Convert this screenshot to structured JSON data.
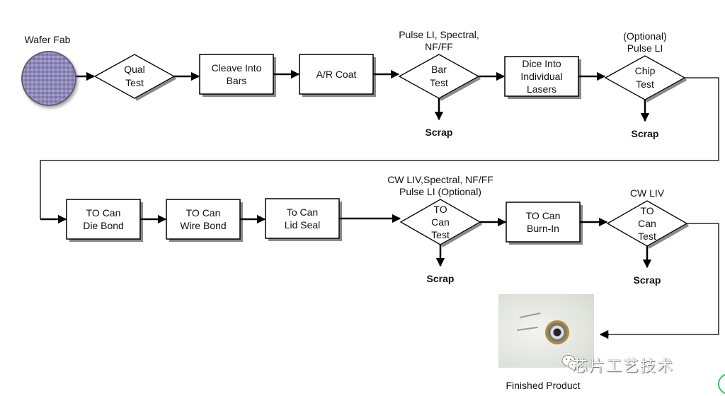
{
  "diagram": {
    "type": "process-flowchart",
    "start": {
      "label": "Wafer Fab",
      "image": "wafer-image"
    },
    "row1": [
      {
        "id": "qual-test",
        "shape": "diamond",
        "text": [
          "Qual",
          "Test"
        ]
      },
      {
        "id": "cleave",
        "shape": "box",
        "text": [
          "Cleave Into",
          "Bars"
        ]
      },
      {
        "id": "ar-coat",
        "shape": "box",
        "text": [
          "A/R Coat"
        ]
      },
      {
        "id": "bar-test",
        "shape": "diamond",
        "text": [
          "Bar",
          "Test"
        ],
        "annotation": [
          "Pulse LI, Spectral,",
          "NF/FF"
        ],
        "scrap": "Scrap"
      },
      {
        "id": "dice",
        "shape": "box",
        "text": [
          "Dice Into",
          "Individual",
          "Lasers"
        ]
      },
      {
        "id": "chip-test",
        "shape": "diamond",
        "text": [
          "Chip",
          "Test"
        ],
        "annotation": [
          "(Optional)",
          "Pulse LI"
        ],
        "scrap": "Scrap"
      }
    ],
    "row2": [
      {
        "id": "die-bond",
        "shape": "box",
        "text": [
          "TO Can",
          "Die Bond"
        ]
      },
      {
        "id": "wire-bond",
        "shape": "box",
        "text": [
          "TO Can",
          "Wire Bond"
        ]
      },
      {
        "id": "lid-seal",
        "shape": "box",
        "text": [
          "To Can",
          "Lid Seal"
        ]
      },
      {
        "id": "to-can-test-1",
        "shape": "diamond",
        "text": [
          "TO",
          "Can",
          "Test"
        ],
        "annotation": [
          "CW LIV,Spectral, NF/FF",
          "Pulse LI (Optional)"
        ],
        "scrap": "Scrap"
      },
      {
        "id": "burn-in",
        "shape": "box",
        "text": [
          "TO Can",
          "Burn-In"
        ]
      },
      {
        "id": "to-can-test-2",
        "shape": "diamond",
        "text": [
          "TO",
          "Can",
          "Test"
        ],
        "annotation": [
          "CW LIV"
        ],
        "scrap": "Scrap"
      }
    ],
    "end": {
      "label": "Finished Product",
      "image": "to-can-laser-photo"
    },
    "watermark": "芯片工艺技术",
    "colors": {
      "line": "#000000",
      "shadow": "#808080",
      "background": "#ffffff"
    }
  }
}
